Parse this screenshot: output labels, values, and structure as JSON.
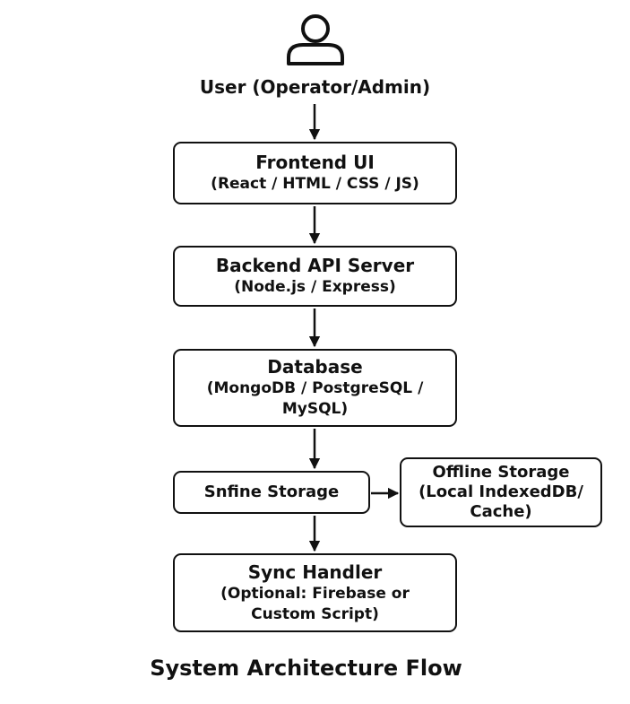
{
  "user": {
    "icon": "user-icon",
    "label": "User (Operator/Admin)"
  },
  "nodes": {
    "frontend": {
      "title": "Frontend UI",
      "subtitle": "(React / HTML / CSS / JS)"
    },
    "backend": {
      "title": "Backend API Server",
      "subtitle": "(Node.js / Express)"
    },
    "database": {
      "title": "Database",
      "subtitle_line1": "(MongoDB / PostgreSQL /",
      "subtitle_line2": "MySQL)"
    },
    "snfine": {
      "title": "Snfine Storage"
    },
    "offline": {
      "title": "Offline Storage",
      "subtitle_line1": "(Local IndexedDB/",
      "subtitle_line2": "Cache)"
    },
    "sync": {
      "title": "Sync Handler",
      "subtitle_line1": "(Optional: Firebase or",
      "subtitle_line2": "Custom Script)"
    }
  },
  "caption": "System Architecture Flow"
}
